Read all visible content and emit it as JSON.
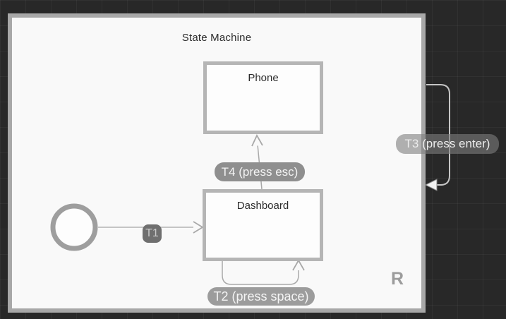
{
  "machine": {
    "title": "State Machine",
    "reset_hint": "R",
    "states": {
      "phone": {
        "label": "Phone"
      },
      "dashboard": {
        "label": "Dashboard"
      }
    },
    "transitions": {
      "t1": {
        "label": "T1",
        "from": "initial",
        "to": "Dashboard"
      },
      "t2": {
        "label": "T2 (press space)",
        "from": "Dashboard",
        "to": "Dashboard"
      },
      "t3": {
        "label": "T3 (press enter)",
        "from": "machine-edge",
        "to": "machine-edge"
      },
      "t4": {
        "label": "T4 (press esc)",
        "from": "Dashboard",
        "to": "Phone"
      }
    }
  },
  "colors": {
    "background": "#282828",
    "panel_fill": "#f9f9f9",
    "panel_border": "#a8a8a8",
    "state_border": "#b5b5b5",
    "arrow_line": "#b2b2b2",
    "arrow_line_outer": "#c6c6c6",
    "pill_dark": "#6f6f6f",
    "pill_medium": "#8f8f8f",
    "pill_light": "#9c9c9c",
    "text_dark": "#2d2d2d",
    "reset_hint": "#9c9c9c"
  }
}
